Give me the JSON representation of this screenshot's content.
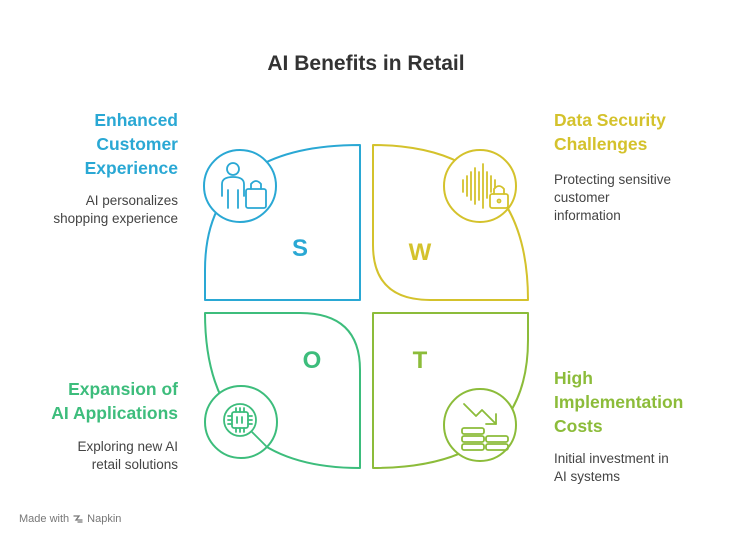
{
  "title": "AI Benefits in Retail",
  "quadrants": {
    "s": {
      "letter": "S",
      "heading_lines": [
        "Enhanced",
        "Customer",
        "Experience"
      ],
      "desc_lines": [
        "AI personalizes",
        "shopping experience"
      ],
      "color": "#2aa8d4",
      "icon": "shopper-with-bag-icon"
    },
    "w": {
      "letter": "W",
      "heading_lines": [
        "Data Security",
        "Challenges"
      ],
      "desc_lines": [
        "Protecting sensitive",
        "customer",
        "information"
      ],
      "color": "#d4c22c",
      "icon": "soundwave-lock-icon"
    },
    "o": {
      "letter": "O",
      "heading_lines": [
        "Expansion of",
        "AI Applications"
      ],
      "desc_lines": [
        "Exploring new AI",
        "retail solutions"
      ],
      "color": "#3dbd7c",
      "icon": "chip-magnifier-icon"
    },
    "t": {
      "letter": "T",
      "heading_lines": [
        "High",
        "Implementation",
        "Costs"
      ],
      "desc_lines": [
        "Initial investment in",
        "AI systems"
      ],
      "color": "#8cbc3a",
      "icon": "coins-down-arrow-icon"
    }
  },
  "footer": {
    "made_with": "Made with",
    "brand": "Napkin"
  }
}
